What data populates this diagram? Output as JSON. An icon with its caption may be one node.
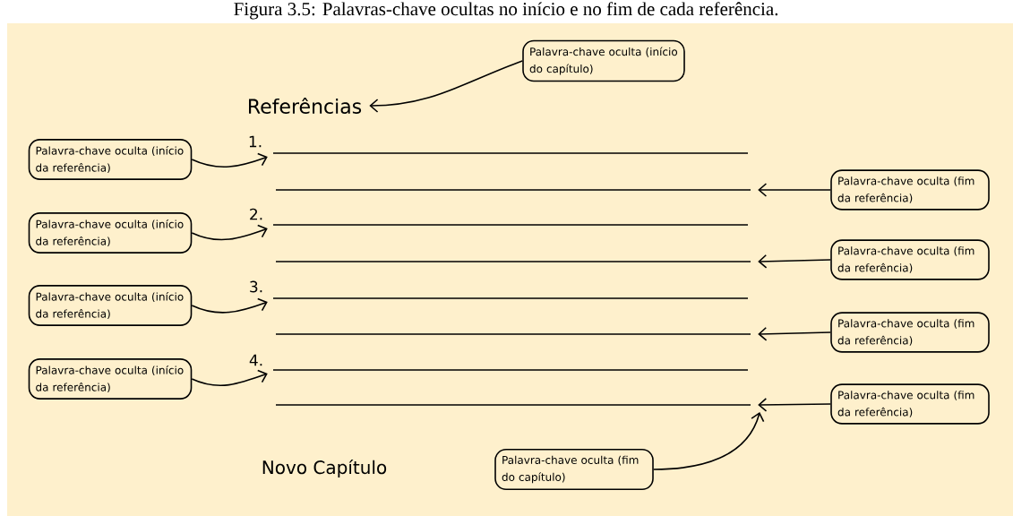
{
  "diagram": {
    "title": "Figura 3.5: Palavras-chave ocultas no início e no fim de cada referência.",
    "nodes": [
      {
        "text": [
          "Palavra-chave oculta (início do capítulo)"
        ]
      },
      {
        "text": [
          "Referências"
        ]
      },
      {
        "text": [
          "Palavra-chave oculta (início da referência)"
        ]
      },
      {
        "text": [],
        "shape": "line"
      },
      {
        "text": [
          "Palavra-chave oculta (fim da referência)"
        ]
      },
      {
        "text": [],
        "shape": "line"
      },
      {
        "text": [
          "Palavra-chave oculta (início da referência)"
        ]
      },
      {
        "text": [],
        "shape": "line"
      },
      {
        "text": [
          "Palavra-chave oculta (fim da referência)"
        ]
      },
      {
        "text": [],
        "shape": "line"
      },
      {
        "text": [
          "Palavra-chave oculta (início da referência)"
        ]
      },
      {
        "text": [],
        "shape": "line"
      },
      {
        "text": [
          "Palavra-chave oculta (fim da referência)"
        ]
      },
      {
        "text": [],
        "shape": "line"
      },
      {
        "text": [
          "Palavra-chave oculta (início da referência)"
        ]
      },
      {
        "text": [],
        "shape": "line"
      },
      {
        "text": [
          "Palavra-chave oculta (fim da referência)"
        ]
      },
      {
        "text": [],
        "shape": "line"
      },
      {
        "text": [
          "Palavra-chave oculta (fim do capítulo)"
        ]
      }
    ],
    "edges": [
      {
        "from": 0,
        "to": 1,
        "arrow": "to"
      },
      {
        "from": 2,
        "to": 3,
        "arrow": "to"
      },
      {
        "from": 4,
        "to": 5,
        "arrow": "to"
      },
      {
        "from": 6,
        "to": 7,
        "arrow": "to"
      },
      {
        "from": 8,
        "to": 9,
        "arrow": "to"
      },
      {
        "from": 10,
        "to": 11,
        "arrow": "to"
      },
      {
        "from": 12,
        "to": 13,
        "arrow": "to"
      },
      {
        "from": 14,
        "to": 15,
        "arrow": "to"
      },
      {
        "from": 16,
        "to": 17,
        "arrow": "to"
      },
      {
        "from": 18,
        "to": 17,
        "arrow": "to"
      }
    ],
    "labels": [
      "1.",
      "2.",
      "3.",
      "4.",
      "Novo Capítulo"
    ]
  }
}
